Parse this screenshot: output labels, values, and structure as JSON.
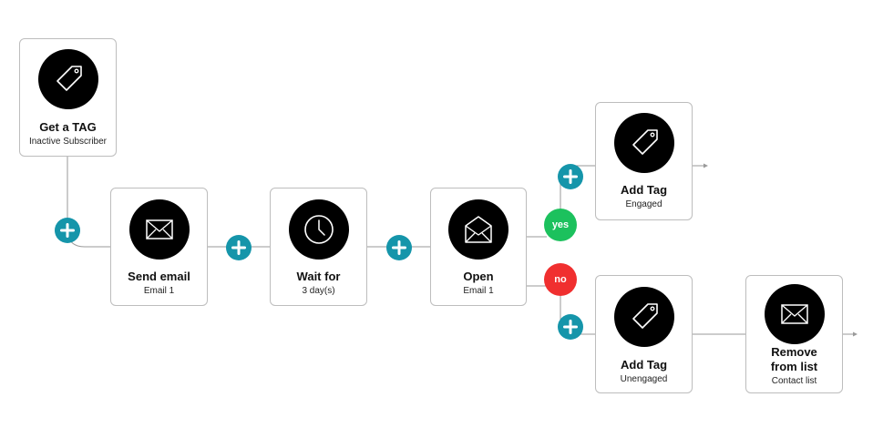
{
  "colors": {
    "add_button": "#1595aa",
    "yes_badge": "#1cc15d",
    "no_badge": "#f02f2f",
    "connector": "#9a9a9a",
    "icon_bg": "#000000"
  },
  "nodes": {
    "get_tag": {
      "title": "Get a TAG",
      "subtitle": "Inactive Subscriber",
      "icon": "tag-icon"
    },
    "send_email": {
      "title": "Send email",
      "subtitle": "Email 1",
      "icon": "envelope-icon"
    },
    "wait_for": {
      "title": "Wait for",
      "subtitle": "3 day(s)",
      "icon": "clock-icon"
    },
    "open": {
      "title": "Open",
      "subtitle": "Email 1",
      "icon": "open-envelope-icon"
    },
    "add_tag_engaged": {
      "title": "Add Tag",
      "subtitle": "Engaged",
      "icon": "tag-icon"
    },
    "add_tag_unengaged": {
      "title": "Add Tag",
      "subtitle": "Unengaged",
      "icon": "tag-icon"
    },
    "remove_from_list": {
      "title": "Remove from list",
      "subtitle": "Contact list",
      "icon": "envelope-icon"
    }
  },
  "branches": {
    "yes": "yes",
    "no": "no"
  },
  "add_step_icon": "plus-icon"
}
